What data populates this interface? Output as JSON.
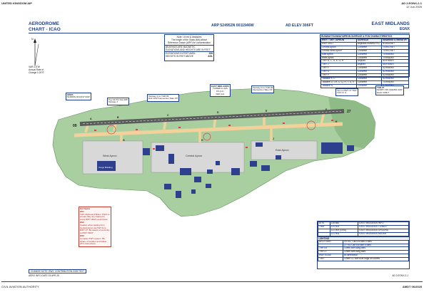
{
  "header": {
    "publisher": "UNITED KINGDOM AIP",
    "page_ref": "AD 2.EGNX-2-1",
    "date": "12 Jun 2025",
    "chart_title_line1": "AERODROME",
    "chart_title_line2": "CHART - ICAO",
    "arp": "ARP 524952N 0011946W",
    "elevation": "AD ELEV 306FT",
    "aerodrome_name": "EAST MIDLANDS",
    "icao": "EGNX"
  },
  "notes_box": {
    "line1": "Note: Lit red & obstacles",
    "line2": "The height of the Glass (Mh) above",
    "line3": "Reference Datum (ARP) for contamination",
    "bearings_note": "BEARINGS ARE MAGNETIC",
    "elev_note": "ELEVATIONS AND HEIGHTS ARE IN FEET",
    "elev_ft_label": "ELEVATIONS IN FEET AMSL",
    "elev_ft_value": "306",
    "heights_label": "HEIGHTS IN FEET ABOVE",
    "heights_value": "AGL"
  },
  "magnetic": {
    "label": "VAR 0.5°W",
    "annual": "Annual Rate of Change 0.20°E"
  },
  "surface_table": {
    "title": "RUNWAY/TAXIWAY/APRON SURFACE & PCN CHARACTERISTICS",
    "headers": [
      "RWY / TWY / APRON",
      "SURFACE",
      "BEARING STRENGTH"
    ],
    "rows": [
      [
        "RWY 09/27",
        "Asphalt/Grooved PFC",
        "81/R/D/W/T"
      ],
      [
        "Central Apron",
        "Concrete",
        "70/R/C/W/T"
      ],
      [
        "Central West Apron",
        "Concrete",
        "70/R/C/W/T"
      ],
      [
        "East Apron",
        "Concrete",
        "70/R/B/W/T"
      ],
      [
        "West Apron",
        "Concrete",
        "70/R/B/W/T"
      ],
      [
        "TWY A, C, D, E, G, H",
        "Asphalt",
        "80/F/B/W/T"
      ],
      [
        "TWY J",
        "Asphalt",
        "66/F/B/W/T"
      ],
      [
        "TWY F",
        "Concrete",
        "52/R/B/W/T"
      ],
      [
        "TWY K",
        "Concrete",
        "52/R/B/W/T"
      ],
      [
        "TWY P",
        "Concrete",
        "52/R/B/W/T"
      ],
      [
        "Taxilane K, L",
        "Concrete",
        "52/R/B/W/T"
      ],
      [
        "Taxilane D, CH, O, Q, R, T, U, V",
        "Concrete",
        "70/R/B/W/T"
      ],
      [
        "Taxilane N",
        "Concrete",
        "52/R/B/W/T"
      ]
    ]
  },
  "callouts": {
    "thr27": {
      "l1": "THR 27",
      "l2": "524957.74N 0011831.02W",
      "l3": "ELEV 266FT"
    },
    "thr09": {
      "l1": "HDBS ",
      "l2": "524909N 0012237.90W",
      "l3": ""
    },
    "twy_east": {
      "l1": "Taxi to RWY 27 THR",
      "l2": "TWY F/ G"
    },
    "twy_west": {
      "l1": "Twy 09 Thr Dist 288",
      "l2": "Taxiway J"
    },
    "centre": {
      "l1": "EAST MIDLANDS",
      "l2": "TOWER & LMS",
      "l3": "DS (L1)",
      "l4": "WDI (L2)"
    },
    "mid_left": {
      "l1": "Taxiway Q to THR 09",
      "l2": "Dist 1100 Intersection Take Off"
    },
    "mid_right": {
      "l1": "Taxiway D to THR 09",
      "l2": "Intersection Take Off"
    }
  },
  "hot_spots": {
    "title": "Hot Spots",
    "items": [
      {
        "id": "HS1",
        "text": "TWY Alpha and Bravo: Pilots to ensure they are cleared to cross RWY 09/27 at all times."
      },
      {
        "id": "HS2",
        "text": "Caution when taxiing from Central Apron via TWY E to RWY 27. Be aware of proximity to RWY 09/27."
      },
      {
        "id": "HS3",
        "text": "Complex TWY system. Be aware of location and follow ATC instructions."
      }
    ]
  },
  "map_labels": {
    "west_apron": "West Apron",
    "central_apron": "Central Apron",
    "east_apron": "East Apron",
    "cargo": "Cargo Building",
    "rwy09": "09",
    "rwy27": "27",
    "twy_a": "A",
    "twy_b": "B",
    "twy_c": "C",
    "twy_d": "D",
    "twy_e": "E",
    "twy_f": "F",
    "twy_g": "G",
    "twy_h": "H",
    "twy_j": "J",
    "twy_k": "K"
  },
  "freq_table": {
    "rows": [
      [
        "ATIS",
        "128.680",
        "EAST MIDLANDS INFO"
      ],
      [
        "TWR",
        "124.005",
        "EAST MIDLANDS TOWER"
      ],
      [
        "",
        "121.905 (GND)",
        "EAST MIDLANDS GROUND"
      ],
      [
        "",
        "121.905",
        "EAST MIDLANDS RADAR"
      ]
    ],
    "lighting_title": "LIGHTING",
    "lighting_rows": [
      [
        "APCH RWY",
        "09 R/L, Cat II/III with 5 bars"
      ],
      [
        "",
        "27 R/L Cat II/III with 5 bars"
      ],
      [
        "THR 09",
        "Green with wing bars"
      ],
      [
        "THR 27",
        "Green with wing bars"
      ],
      [
        "RWY EDGE",
        "Bi-directional"
      ],
      [
        "TWY",
        "Green CL with blue edge on curves"
      ]
    ]
  },
  "footer": {
    "change_note": "CHANGE NOTE: RWY, CONTRIBUTION 2025 TEXT",
    "aero_ref": "AERO INFO DATE 03 APR 25",
    "authority": "CIVIL AVIATION AUTHORITY",
    "amdt": "AMDT 06/2025",
    "page_ref2": "AD 2.EGNX-2-1"
  },
  "colors": {
    "grass": "#a9cfa0",
    "grass_dark": "#8fbc86",
    "apron": "#d8d8d8",
    "taxiway": "#f2d29a",
    "runway": "#5a5a5a",
    "building": "#2e3f8e",
    "line": "#1f3f8a",
    "hot": "#d64545"
  }
}
